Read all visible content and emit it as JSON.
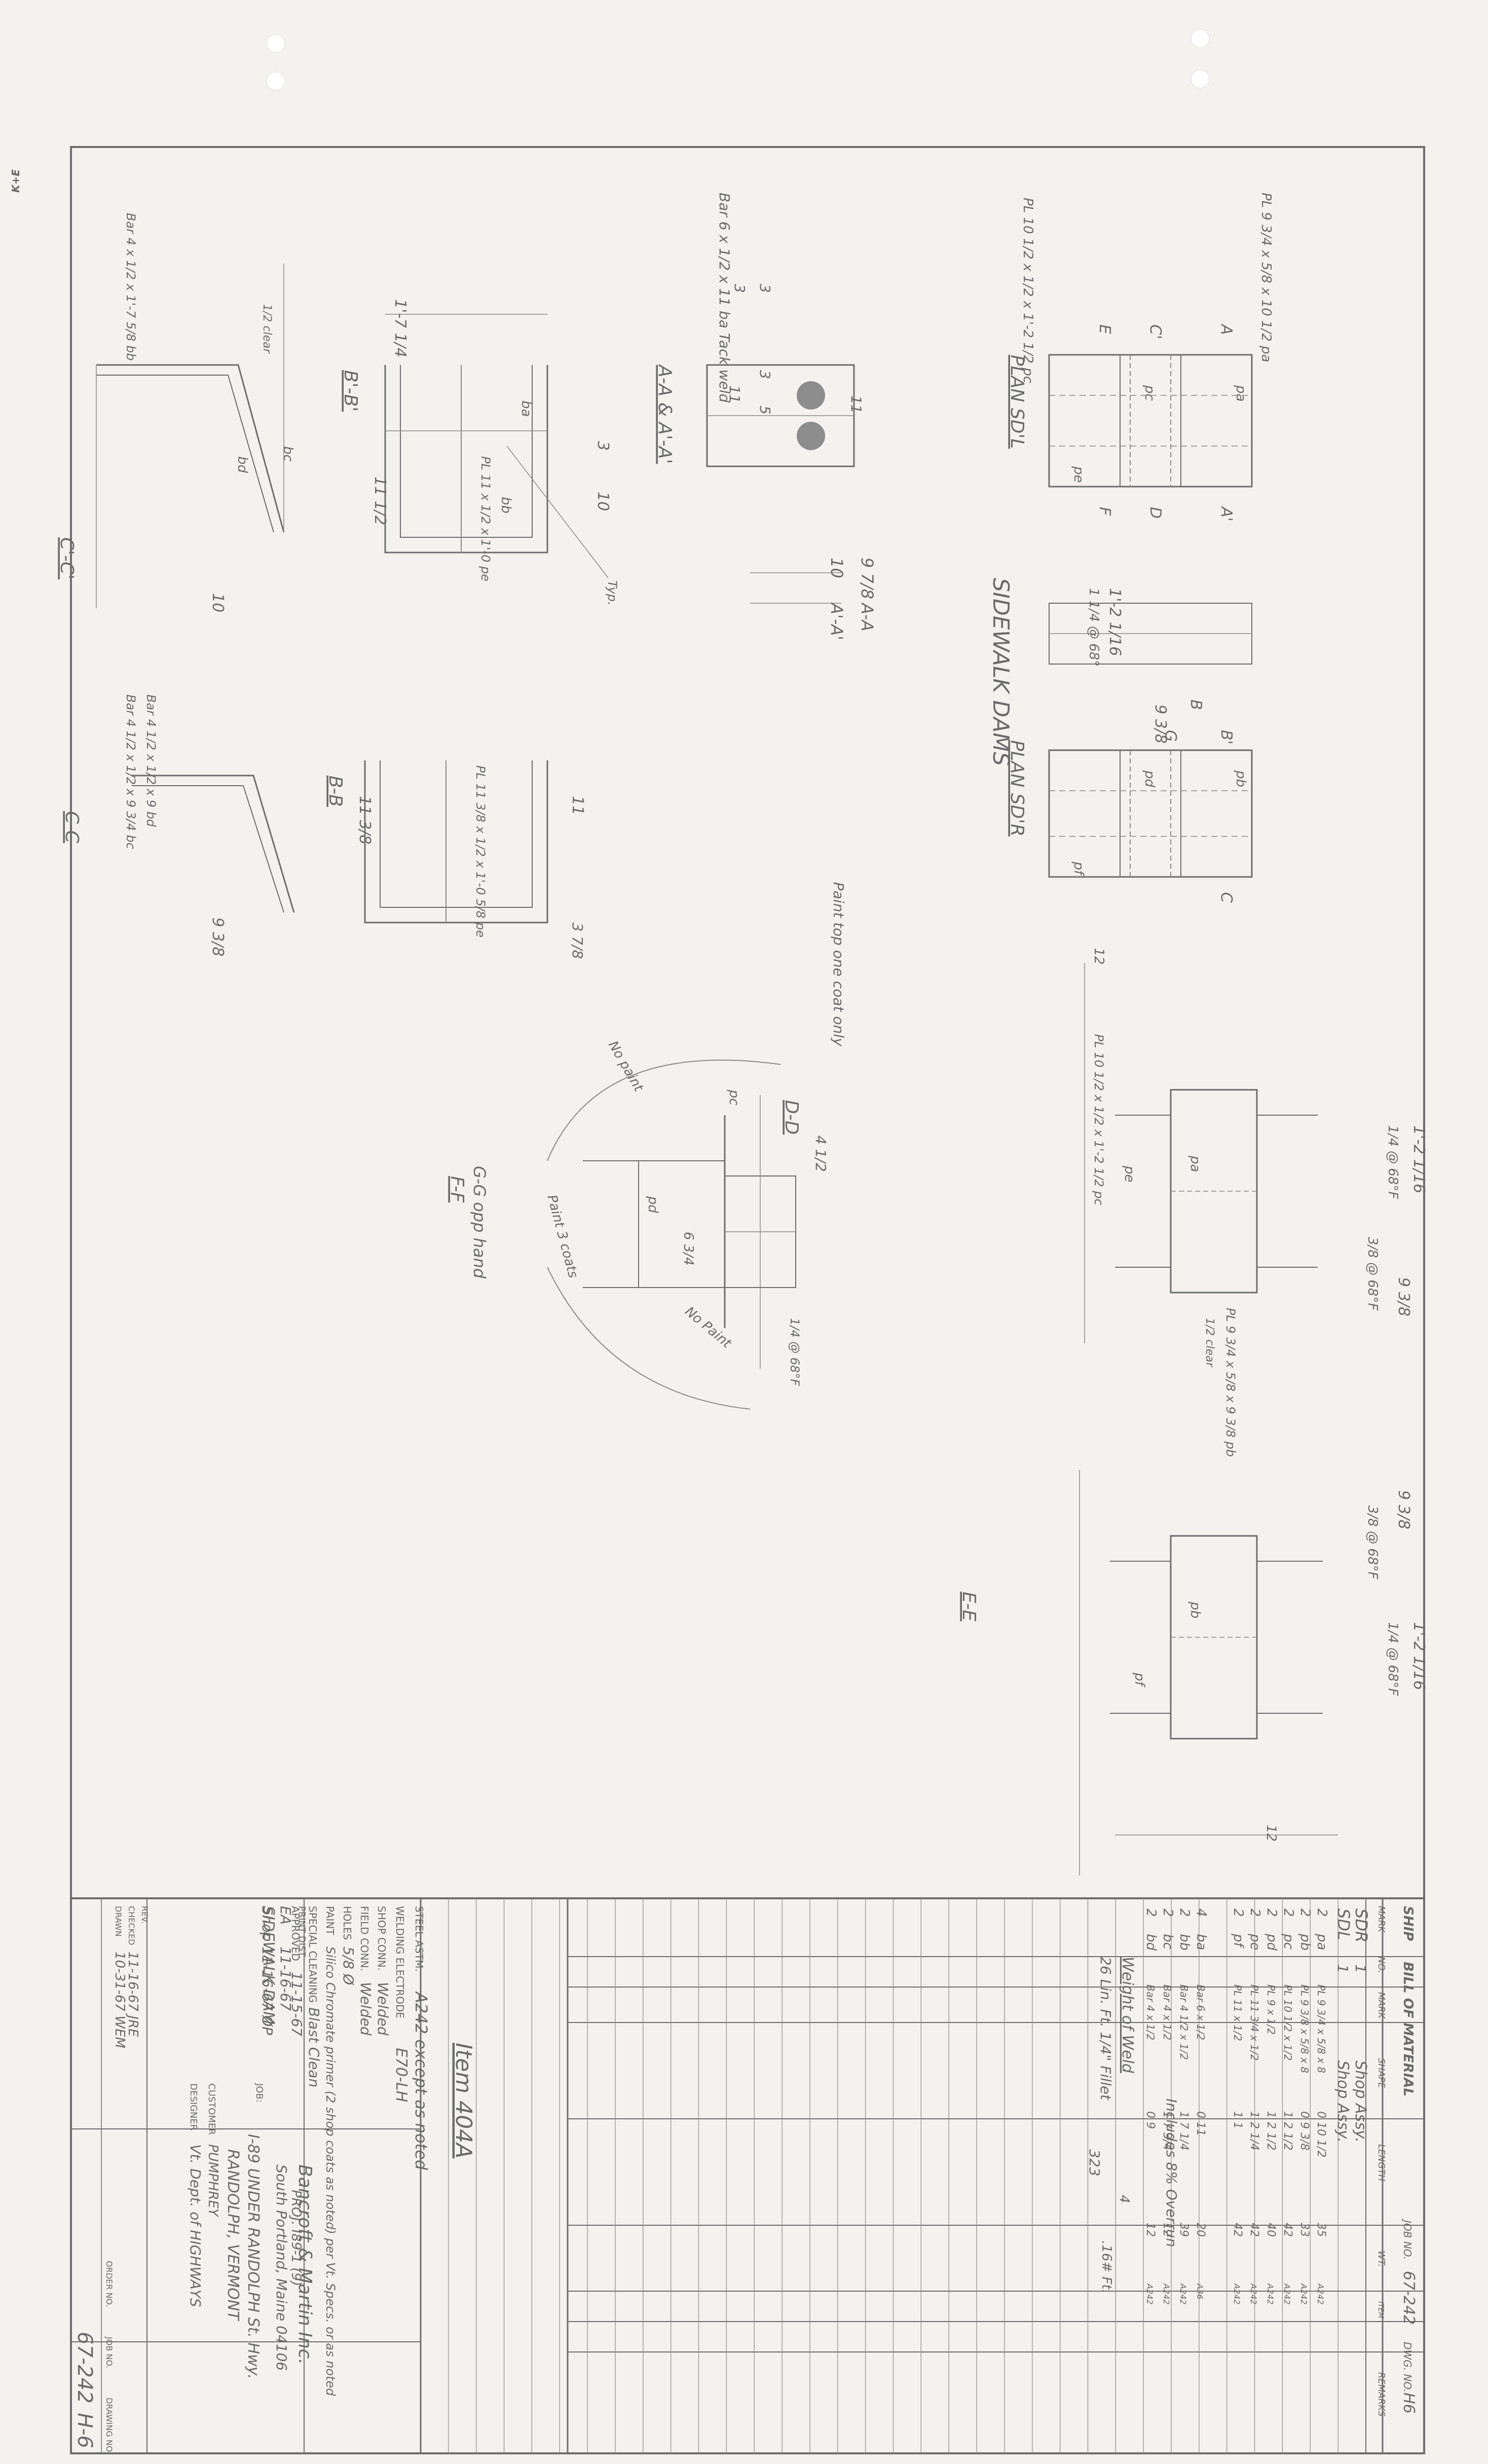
{
  "sheet": {
    "title_block": {
      "company": "Bancroft & Martin Inc.",
      "company_address": "South Portland, Maine 04106",
      "job_label": "JOB:",
      "job_line1": "I-89 UNDER RANDOLPH St. Hwy.",
      "job_line2": "RANDOLPH, VERMONT",
      "customer_label": "CUSTOMER",
      "customer": "PUMPHREY",
      "designer_label": "DESIGNER",
      "designer": "Vt. Dept. of HIGHWAYS",
      "drawing_title": "SIDEWALK DAM",
      "order_no_label": "ORDER NO.",
      "job_no_label": "JOB NO.",
      "drawing_no_label": "DRAWING NO.",
      "job_no": "67-242",
      "drawing_no": "H-6",
      "print_dist_label": "PRINT DIST.",
      "print_dist": [
        {
          "to": "EA",
          "date": "11-16-67"
        },
        {
          "to": "Shop",
          "date": "11-16-67 ØP"
        }
      ],
      "rev_label": "REV.",
      "checked_label": "CHECKED",
      "checked": "11-16-67 JRE",
      "drawn_label": "DRAWN",
      "drawn": "10-31-67 WEM"
    },
    "specs": [
      {
        "label": "STEEL ASTM.",
        "value": "A242 except as noted"
      },
      {
        "label": "WELDING ELECTRODE",
        "value": "E70-LH"
      },
      {
        "label": "SHOP CONN.",
        "value": "Welded"
      },
      {
        "label": "FIELD CONN.",
        "value": "Welded"
      },
      {
        "label": "HOLES",
        "value": "5/8 Ø"
      },
      {
        "label": "PAINT",
        "value": "Silico Chromate primer (2 shop coats as noted) per Vt. Specs. or as noted"
      },
      {
        "label": "SPECIAL CLEANING",
        "value": "Blast Clean"
      },
      {
        "label": "APPROVED",
        "value": "11-15-67",
        "extra": "PROJ. I89-1 (9)"
      }
    ],
    "item_note": "Item 404A",
    "bom": {
      "title": "BILL OF MATERIAL",
      "ship_label": "SHIP",
      "job_no_label": "JOB NO.",
      "job_no": "67-242",
      "dwg_no_label": "DWG. NO.",
      "dwg_no": "H6",
      "columns": [
        "MARK",
        "NO.",
        "MARK",
        "SHAPE",
        "LENGTH",
        "WT.",
        "ITEM",
        "REMARKS"
      ],
      "assemblies": [
        {
          "mark": "SDR",
          "no": "1",
          "desc": "Shop Assy."
        },
        {
          "mark": "SDL",
          "no": "1",
          "desc": "Shop Assy."
        }
      ],
      "rows": [
        {
          "no": "2",
          "mark": "pa",
          "shape": "PL 9 3/4 x 5/8 x 8",
          "length": "0 10 1/2",
          "wt": "35",
          "item": "A242"
        },
        {
          "no": "2",
          "mark": "pb",
          "shape": "PL 9 3/8 x 5/8 x 8",
          "length": "0 9 3/8",
          "wt": "33",
          "item": "A242"
        },
        {
          "no": "2",
          "mark": "pc",
          "shape": "PL 10 1/2 x 1/2",
          "length": "1 2 1/2",
          "wt": "42",
          "item": "A242"
        },
        {
          "no": "2",
          "mark": "pd",
          "shape": "PL 9 x 1/2",
          "length": "1 2 1/2",
          "wt": "40",
          "item": "A242"
        },
        {
          "no": "2",
          "mark": "pe",
          "shape": "PL 11 3/4 x 1/2",
          "length": "1 2 1/4",
          "wt": "42",
          "item": "A242"
        },
        {
          "no": "2",
          "mark": "pf",
          "shape": "PL 11 x 1/2",
          "length": "1 1",
          "wt": "42",
          "item": "A242"
        },
        {
          "no": "4",
          "mark": "ba",
          "shape": "Bar 6 x 1/2",
          "length": "0 11",
          "wt": "20",
          "item": "A36"
        },
        {
          "no": "2",
          "mark": "bb",
          "shape": "Bar 4 1/2 x 1/2",
          "length": "1 7 1/4",
          "wt": "39",
          "item": "A242"
        },
        {
          "no": "2",
          "mark": "bc",
          "shape": "Bar 4 x 1/2",
          "length": "1 7 3/4",
          "wt": "12",
          "item": "A242"
        },
        {
          "no": "2",
          "mark": "bd",
          "shape": "Bar 4 x 1/2",
          "length": "0 9",
          "wt": "12",
          "item": "A242"
        }
      ],
      "notes": [
        "Includes 8% Overrun",
        "Weight of Weld",
        "26 Lin. Ft. 1/4\" Fillet",
        "4",
        ".16# Ft.",
        "323"
      ],
      "blank_rows": 22
    },
    "views": {
      "plan_sdl": {
        "title": "PLAN SD'L",
        "dims": [
          "1'-2 1/16",
          "9 3/8",
          "1 1/4 @ 68°"
        ]
      },
      "plan_sdr": {
        "title": "PLAN SD'R"
      },
      "sidewalk_dams": "SIDEWALK DAMS",
      "section_aa": {
        "title": "A-A & A'-A'",
        "dims": [
          "3",
          "3",
          "3",
          "5",
          "11",
          "11",
          "10",
          "9 7/8"
        ],
        "labels": [
          "A'-A'",
          "A-A"
        ],
        "note": "Bar 6 x 1/2 x 11 ba Tack weld"
      },
      "section_bb_prime": {
        "title": "B'-B'",
        "dims": [
          "1'-7 1/4",
          "11 1/2",
          "3",
          "10"
        ],
        "callouts": [
          "PL 11 x 1/2 x 1'-0 pe",
          "Typ."
        ]
      },
      "section_bb": {
        "title": "B-B",
        "dims": [
          "11 3/8",
          "11",
          "3 7/8"
        ],
        "callouts": [
          "PL 11 3/8 x 1/2 x 1'-0 5/8 pe"
        ]
      },
      "section_cc_prime": {
        "title": "C'-C'",
        "dims": [
          "10",
          "1/2 clear"
        ],
        "callouts": [
          "Bar 4 x 1/2 x 1'-7 5/8 bb",
          "1/2 clear"
        ]
      },
      "section_cc": {
        "title": "C-C",
        "dims": [
          "9 3/8"
        ],
        "callouts": [
          "Bar 4 1/2 x 1/2 x 9 3/4 bc",
          "Bar 4 1/2 x 1/2 x 9 bd"
        ]
      },
      "section_dd": {
        "title": "D-D",
        "dims": [
          "4 1/2",
          "1/4 @ 68°F",
          "6 3/4"
        ]
      },
      "section_ff": {
        "title": "F-F",
        "subtitle": "G-G opp hand",
        "notes": [
          "Paint top one coat only",
          "No paint",
          "Paint 3 coats",
          "No Paint"
        ]
      },
      "section_ee": {
        "title": "E-E",
        "dims": [
          "1'-2 1/16",
          "1/4 @ 68°F",
          "3/8 @ 68°F",
          "9 3/8",
          "12"
        ]
      },
      "elevation_upper": {
        "dims": [
          "1'-2 1/16",
          "1/4 @ 68°F",
          "3/8 @ 68°F",
          "9 3/8",
          "12"
        ],
        "callouts": [
          "PL 10 1/2 x 1/2 x 1'-2 1/2 pc",
          "PL 9 3/4 x 5/8 x 9 3/8 pb",
          "1/2 clear"
        ]
      },
      "plan_callouts": [
        "PL 9 3/4 x 5/8 x 10 1/2 pa",
        "PL 10 1/2 x 1/2 x 1'-2 1/2 pc"
      ],
      "section_letters": [
        "A",
        "A'",
        "B",
        "B'",
        "C",
        "C'",
        "D",
        "E",
        "F",
        "G"
      ],
      "piece_marks": [
        "pa",
        "pb",
        "pc",
        "pd",
        "pe",
        "pf",
        "ba",
        "bb",
        "bc",
        "bd"
      ]
    },
    "corner_mark": "K+E"
  }
}
